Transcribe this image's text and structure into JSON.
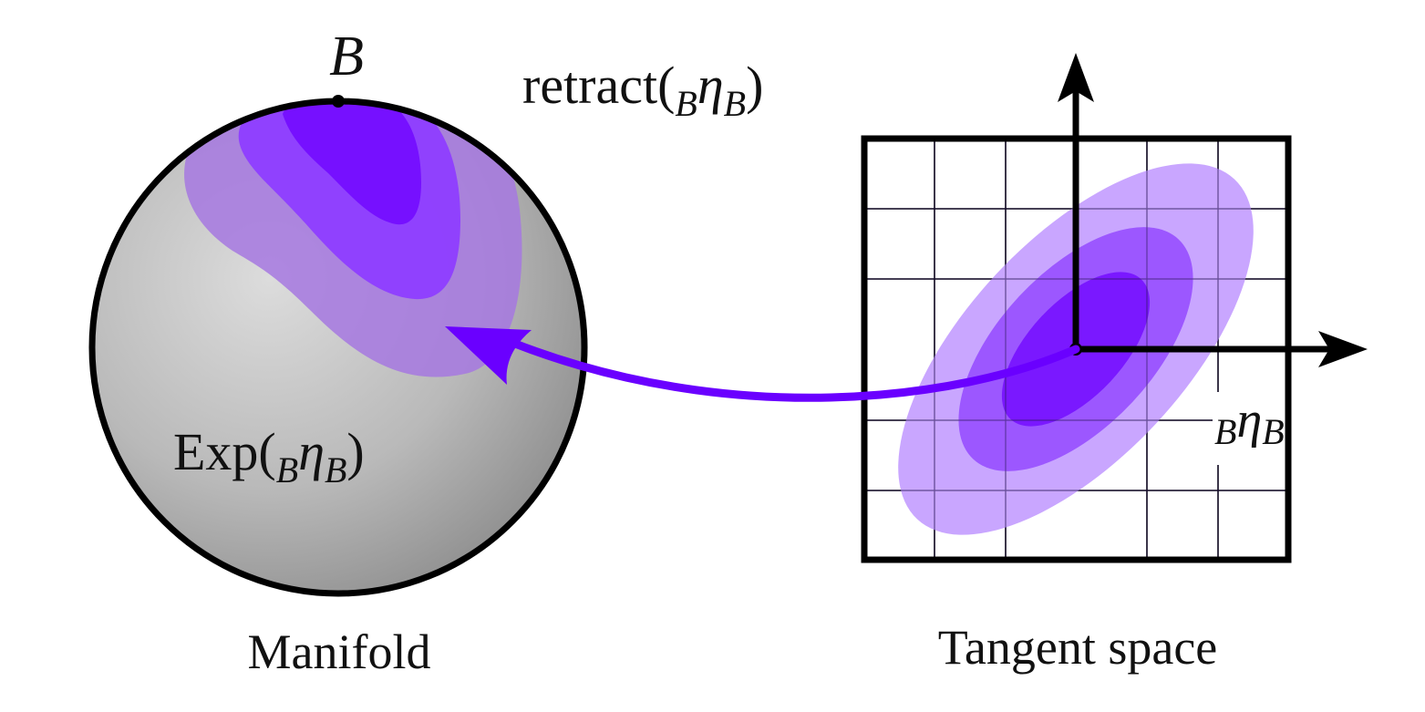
{
  "labels": {
    "top_point": "B",
    "retract_fn": "retract(",
    "retract_sub": "B",
    "retract_var": "η",
    "retract_var_sub": "B",
    "retract_close": ")",
    "exp_fn": "Exp(",
    "exp_sub": "B",
    "exp_var": "η",
    "exp_var_sub": "B",
    "exp_close": ")",
    "tangent_sub": "B",
    "tangent_var": "η",
    "tangent_var_sub": "B",
    "manifold_caption": "Manifold",
    "tangent_caption": "Tangent space"
  },
  "colors": {
    "arrow": "#6a00ff",
    "dark_contour": "#7a18ff",
    "mid_contour": "#8f3dff",
    "light_contour": "#a470ef",
    "tangent_outer": "#c39cff",
    "sphere_light": "#d8d8d8",
    "sphere_dark": "#8a8a8a",
    "ink": "#000000"
  }
}
